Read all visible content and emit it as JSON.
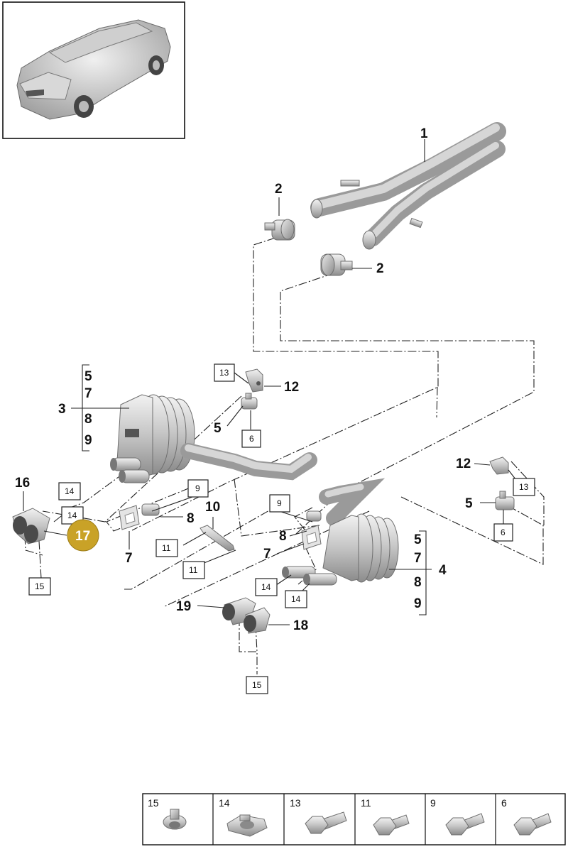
{
  "callouts": {
    "c1": "1",
    "c2a": "2",
    "c2b": "2",
    "c3": "3",
    "c3_s1": "5",
    "c3_s2": "7",
    "c3_s3": "8",
    "c3_s4": "9",
    "c4": "4",
    "c4_s1": "5",
    "c4_s2": "7",
    "c4_s3": "8",
    "c4_s4": "9",
    "c5a": "5",
    "c5b": "5",
    "c6a": "6",
    "c6b": "6",
    "c7a": "7",
    "c7b": "7",
    "c8a": "8",
    "c8b": "8",
    "c9a": "9",
    "c9b": "9",
    "c10": "10",
    "c11a": "11",
    "c11b": "11",
    "c12a": "12",
    "c12b": "12",
    "c13a": "13",
    "c13b": "13",
    "c14a": "14",
    "c14b": "14",
    "c14c": "14",
    "c14d": "14",
    "c15a": "15",
    "c15b": "15",
    "c16": "16",
    "c17": "17",
    "c18": "18",
    "c19": "19"
  },
  "highlight_color": "#C9A227",
  "hardware_table": [
    {
      "num": "15",
      "icon": "rivet-icon"
    },
    {
      "num": "14",
      "icon": "clip-nut-icon"
    },
    {
      "num": "13",
      "icon": "hex-bolt-icon"
    },
    {
      "num": "11",
      "icon": "hex-bolt-icon"
    },
    {
      "num": "9",
      "icon": "hex-bolt-icon"
    },
    {
      "num": "6",
      "icon": "hex-bolt-icon"
    }
  ]
}
